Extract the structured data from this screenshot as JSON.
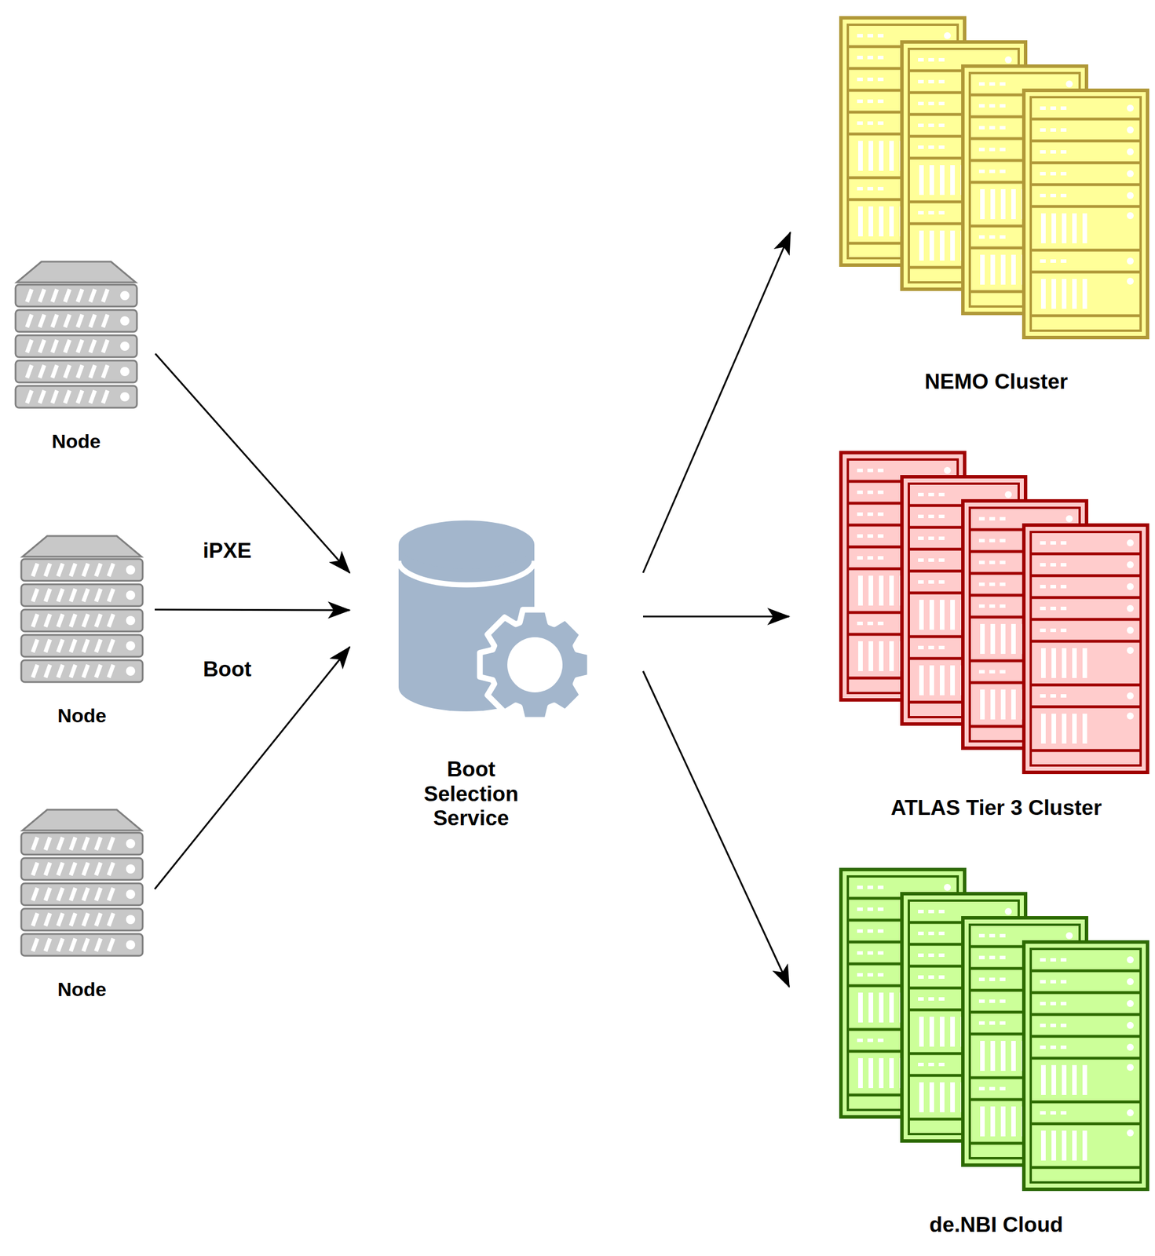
{
  "diagram": {
    "nodes": [
      {
        "text": [
          "Node"
        ]
      },
      {
        "text": [
          "Node"
        ]
      },
      {
        "text": [
          "Node"
        ]
      },
      {
        "text": [
          "Boot Selection Service"
        ]
      },
      {
        "text": [
          "NEMO Cluster"
        ]
      },
      {
        "text": [
          "ATLAS Tier 3 Cluster"
        ]
      },
      {
        "text": [
          "de.NBI Cloud"
        ]
      }
    ],
    "edges": [
      {
        "from": 0,
        "to": 3,
        "arrow": "to"
      },
      {
        "from": 1,
        "to": 3,
        "arrow": "to"
      },
      {
        "from": 2,
        "to": 3,
        "arrow": "to"
      },
      {
        "from": 3,
        "to": 4,
        "arrow": "to"
      },
      {
        "from": 3,
        "to": 5,
        "arrow": "to"
      },
      {
        "from": 3,
        "to": 6,
        "arrow": "to"
      }
    ],
    "labels": [
      "iPXE",
      "Boot"
    ]
  }
}
